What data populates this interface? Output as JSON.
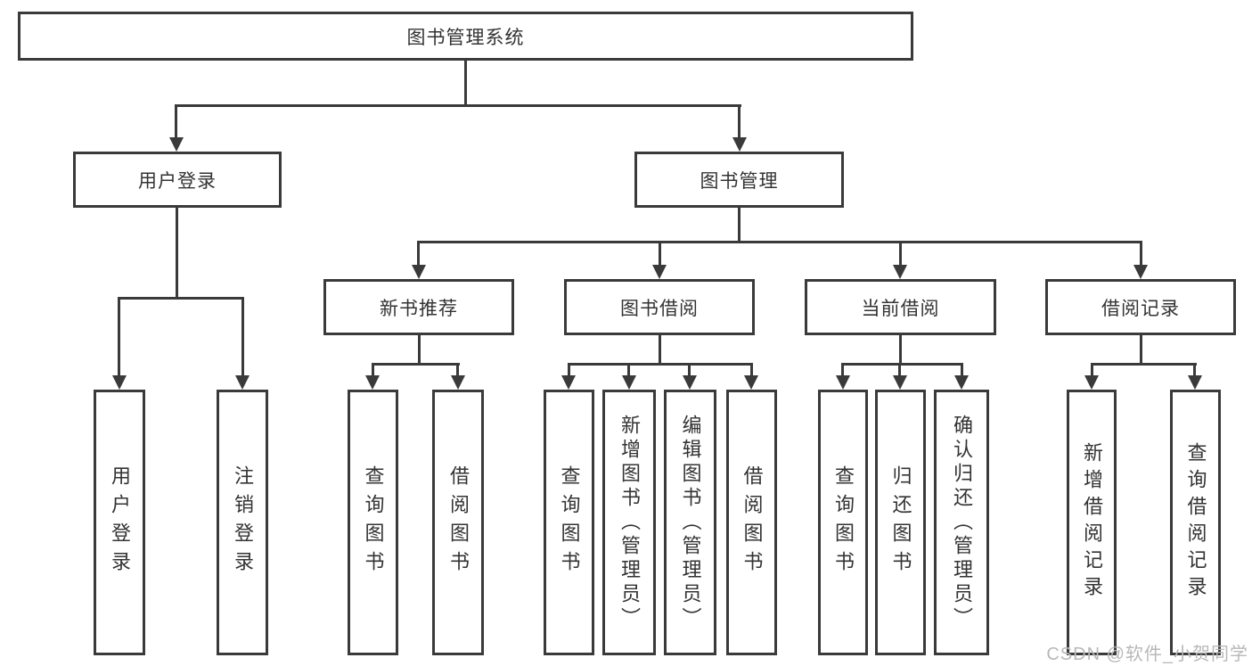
{
  "tree": {
    "root": "图书管理系统",
    "branches": [
      {
        "label": "用户登录",
        "leaves": [
          "用户登录",
          "注销登录"
        ]
      },
      {
        "label": "图书管理",
        "groups": [
          {
            "label": "新书推荐",
            "leaves": [
              "查询图书",
              "借阅图书"
            ]
          },
          {
            "label": "图书借阅",
            "leaves": [
              "查询图书",
              "新增图书（管理员）",
              "编辑图书（管理员）",
              "借阅图书"
            ]
          },
          {
            "label": "当前借阅",
            "leaves": [
              "查询图书",
              "归还图书",
              "确认归还（管理员）"
            ]
          },
          {
            "label": "借阅记录",
            "leaves": [
              "新增借阅记录",
              "查询借阅记录"
            ]
          }
        ]
      }
    ]
  },
  "colors": {
    "line": "#3a3a3a",
    "text": "#333333",
    "background": "#ffffff",
    "watermark_text": "#b8b8b8"
  },
  "watermark": {
    "text": "CSDN @软件_小贺同学"
  }
}
